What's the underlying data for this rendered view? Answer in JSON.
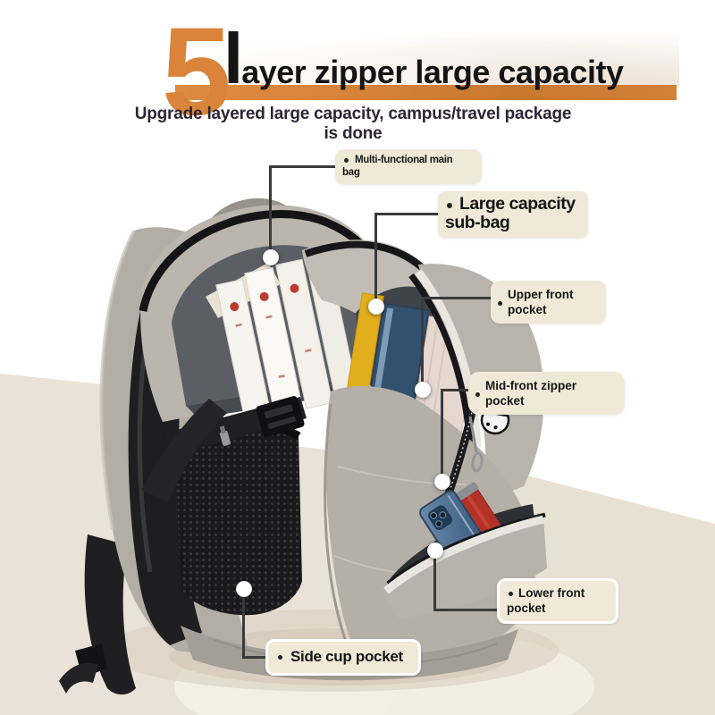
{
  "header": {
    "number": "5",
    "title": "layer zipper large capacity",
    "subtitle": "Upgrade layered large capacity, campus/travel package is done"
  },
  "callouts": [
    {
      "label": "Multi-functional main bag",
      "lines": [
        "Multi-functional main",
        "bag"
      ]
    },
    {
      "label": "Large capacity sub-bag",
      "lines": [
        "Large capacity",
        "sub-bag"
      ]
    },
    {
      "label": "Upper front pocket",
      "lines": [
        "Upper front",
        "pocket"
      ]
    },
    {
      "label": "Mid-front zipper pocket",
      "lines": [
        "Mid-front zipper",
        "pocket"
      ]
    },
    {
      "label": "Lower front pocket",
      "lines": [
        "Lower front",
        "pocket"
      ]
    },
    {
      "label": "Side cup pocket",
      "lines": [
        "Side cup pocket"
      ]
    }
  ],
  "colors": {
    "accent_orange": "#d9843a",
    "label_box_bg": "#f1e9d8",
    "floor_beige": "#eae2d6",
    "connector": "#3a3a3c",
    "title_text": "#141414",
    "subtitle_text": "#2d2534"
  }
}
